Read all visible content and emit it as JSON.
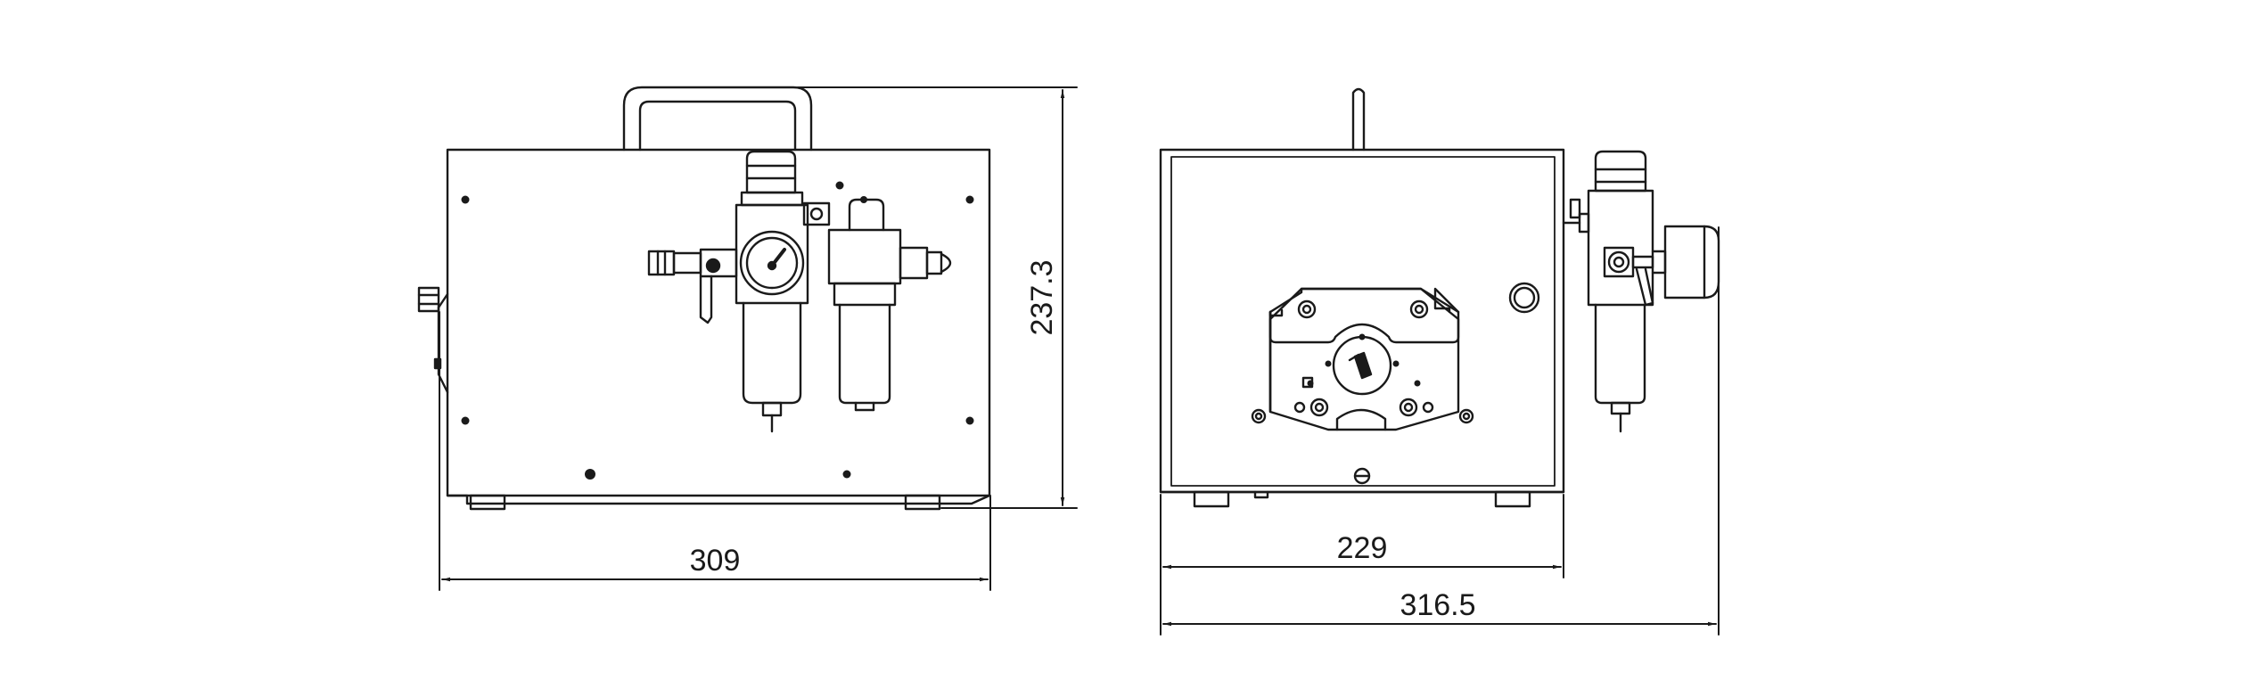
{
  "dimensions": {
    "front_width": "309",
    "height": "237.3",
    "side_depth": "229",
    "overall_depth": "316.5"
  },
  "colors": {
    "line": "#1a1a1a",
    "background": "#ffffff"
  }
}
